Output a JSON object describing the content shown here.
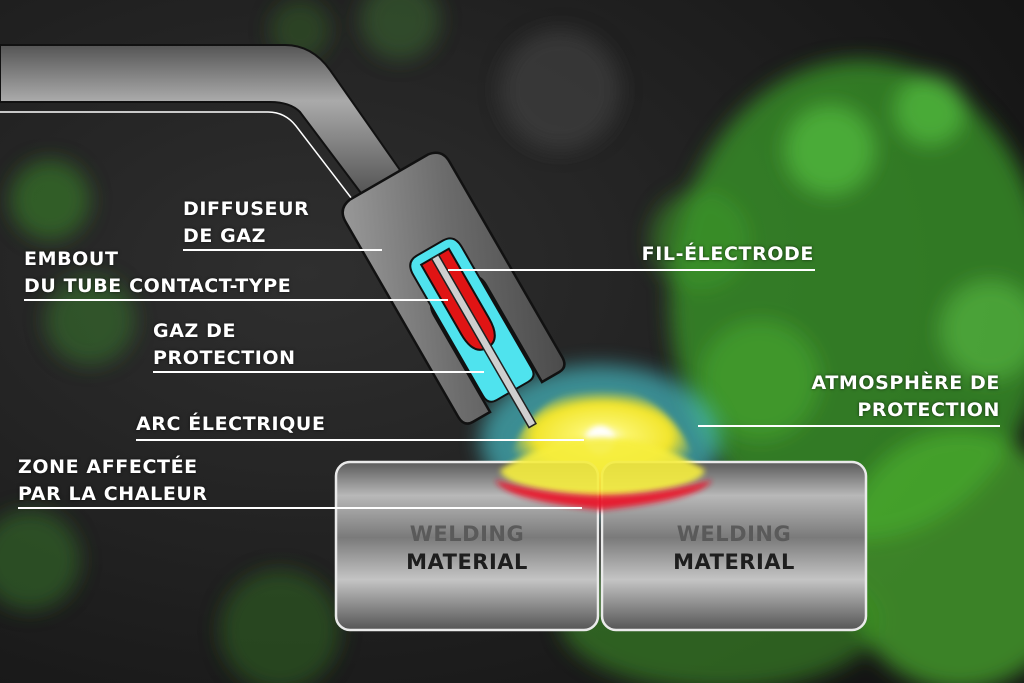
{
  "labels": {
    "gas_diffuser": [
      "DIFFUSEUR",
      "DE GAZ"
    ],
    "contact_tip": [
      "EMBOUT",
      "DU TUBE CONTACT-TYPE"
    ],
    "shielding_gas": [
      "GAZ DE",
      "PROTECTION"
    ],
    "electric_arc": "ARC ÉLECTRIQUE",
    "heat_affected_zone": [
      "ZONE AFFECTÉE",
      "PAR LA CHALEUR"
    ],
    "wire_electrode": "FIL-ÉLECTRODE",
    "protective_atmosphere": [
      "ATMOSPHÈRE DE",
      "PROTECTION"
    ]
  },
  "materials": {
    "left": [
      "WELDING",
      "MATERIAL"
    ],
    "right": [
      "WELDING",
      "MATERIAL"
    ]
  },
  "colors": {
    "background_green": "#3fae2a",
    "shielding_gas": "#4fe3ee",
    "contact_tip": "#e01414",
    "arc_yellow": "#f6ee3c",
    "arc_red": "#e8182a",
    "metal": "#8a8a8a",
    "leader_line": "#ffffff"
  }
}
